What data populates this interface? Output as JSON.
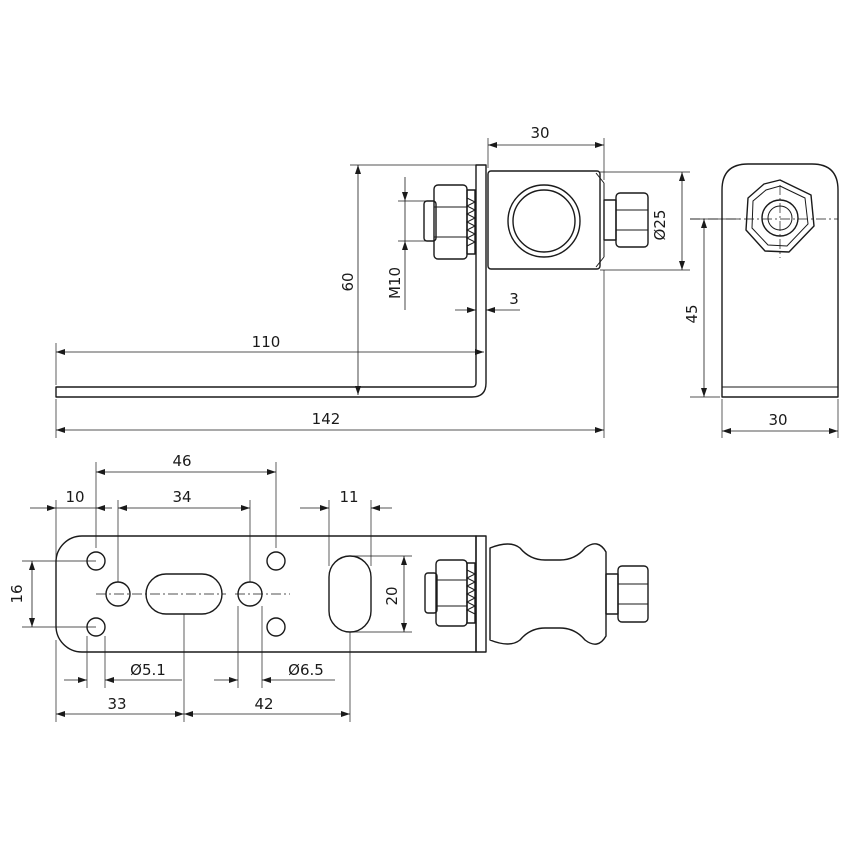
{
  "dimensions": {
    "top_30": "30",
    "height_60": "60",
    "thread_m10": "M10",
    "dia_25": "Ø25",
    "thick_3": "3",
    "len_110": "110",
    "len_142": "142",
    "side_45": "45",
    "side_30": "30",
    "plan_46": "46",
    "plan_10": "10",
    "plan_34": "34",
    "plan_11": "11",
    "plan_16": "16",
    "plan_20": "20",
    "dia_5_1": "Ø5.1",
    "dia_6_5": "Ø6.5",
    "plan_33": "33",
    "plan_42": "42"
  }
}
